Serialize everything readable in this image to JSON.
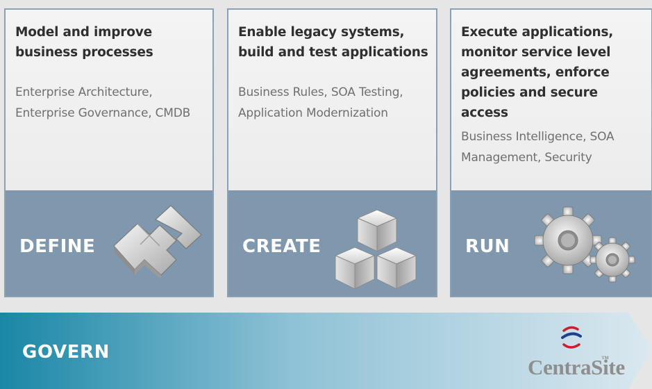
{
  "cards": [
    {
      "heading": "Model and improve business processes",
      "body": "Enterprise Architecture, Enterprise Governance, CMDB",
      "stage": "DEFINE",
      "icon": "puzzle-icon"
    },
    {
      "heading": "Enable legacy systems, build and test applications",
      "body": "Business Rules, SOA Testing, Application Modernization",
      "stage": "CREATE",
      "icon": "cubes-icon"
    },
    {
      "heading": "Execute applications, monitor service level agreements, enforce policies and secure access",
      "body": "Business Intelligence, SOA Management, Security",
      "stage": "RUN",
      "icon": "gears-icon"
    }
  ],
  "govern": {
    "label": "GOVERN"
  },
  "logo": {
    "name": "CentraSite",
    "tm": "™"
  },
  "colors": {
    "panel_blue": "#7f98ae",
    "border": "#8aa0b4",
    "govern_start": "#1a87a6",
    "govern_end": "#dbe8ef",
    "logo_red": "#c8202f",
    "logo_blue": "#1f3f8f"
  }
}
